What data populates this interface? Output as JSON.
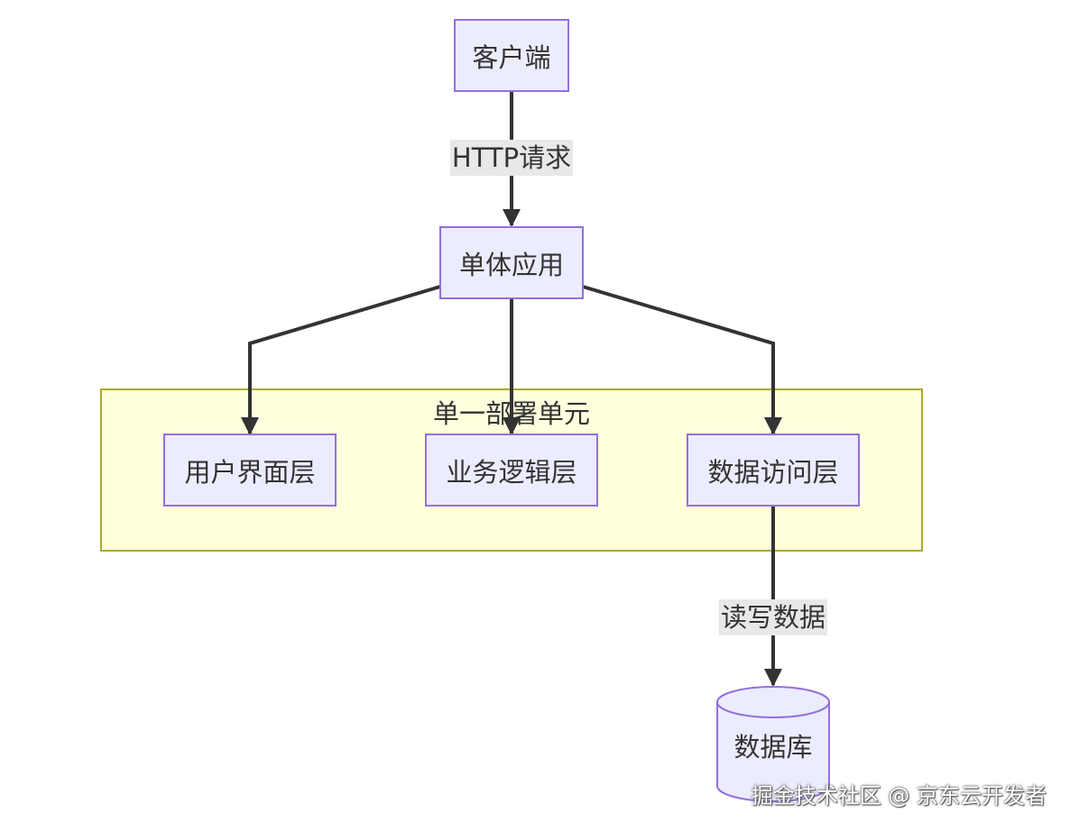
{
  "nodes": {
    "client": "客户端",
    "monolith": "单体应用",
    "ui_layer": "用户界面层",
    "business_layer": "业务逻辑层",
    "data_access_layer": "数据访问层",
    "database": "数据库"
  },
  "group": {
    "title": "单一部署单元"
  },
  "edges": {
    "client_to_monolith": "HTTP请求",
    "dal_to_db": "读写数据"
  },
  "watermark": "掘金技术社区 @ 京东云开发者",
  "colors": {
    "node_fill": "#ececff",
    "node_stroke": "#9370db",
    "group_fill": "#ffffde",
    "group_stroke": "#aaaa33",
    "edge": "#333333",
    "edge_label_bg": "#e8e8e8"
  }
}
